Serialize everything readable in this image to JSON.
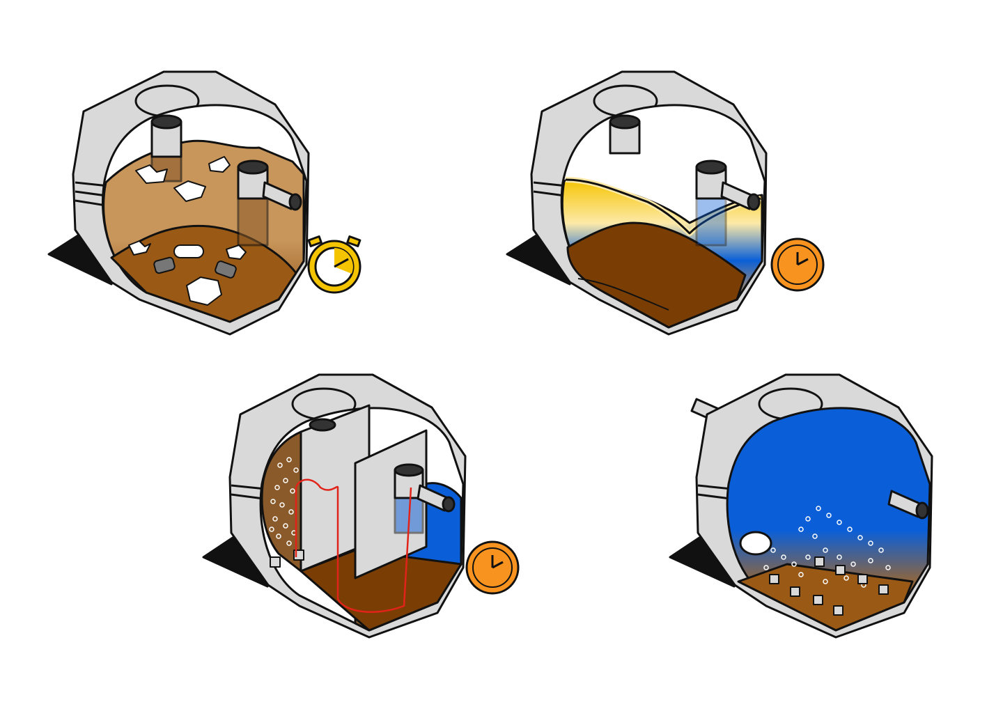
{
  "figure": {
    "panels": [
      {
        "id": "raw-inflow",
        "icon": "stopwatch-icon",
        "contents": [
          "tissue-debris",
          "sanitary-pad",
          "wipes",
          "tampons",
          "diaper"
        ]
      },
      {
        "id": "settling",
        "icon": "clock-icon",
        "contents": [
          "floating-scum-layer",
          "clear-water-layer",
          "sludge-layer"
        ]
      },
      {
        "id": "baffled-treatment",
        "icon": "clock-icon",
        "contents": [
          "aerated-chamber",
          "baffle-walls",
          "flow-path-arrows",
          "outlet-pipe"
        ]
      },
      {
        "id": "aerated-tank",
        "icon": "none",
        "contents": [
          "air-diffusers",
          "air-bubbles",
          "blue-clean-water",
          "outlet-pipe"
        ]
      }
    ],
    "colors": {
      "outline": "#111111",
      "tank-shell": "#d9d9d9",
      "brown-light": "#c8955a",
      "brown-dark": "#7a3e05",
      "yellow": "#f5c400",
      "blue": "#0a5fd8",
      "orange": "#f7931e",
      "flow-arrow": "#e2231a"
    }
  }
}
